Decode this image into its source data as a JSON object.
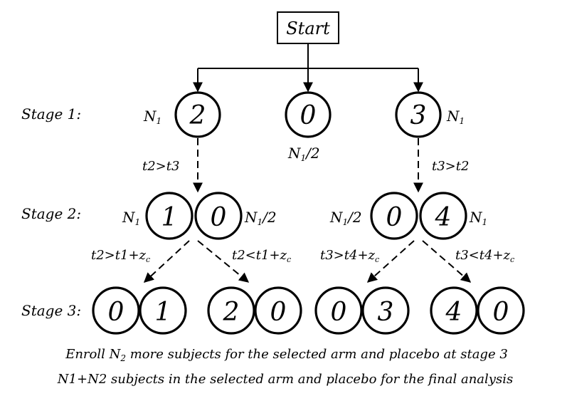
{
  "start": "Start",
  "stages": {
    "s1": "Stage 1:",
    "s2": "Stage 2:",
    "s3": "Stage 3:"
  },
  "stage1": {
    "left": "2",
    "mid": "0",
    "right": "3",
    "n_left": "N",
    "n_left_sub": "1",
    "n_mid": "N",
    "n_mid_sub": "1",
    "n_mid_suffix": "/2",
    "n_right": "N",
    "n_right_sub": "1"
  },
  "edges": {
    "left": "t2>t3",
    "right": "t3>t2",
    "s2_ll_pre": "t2>t1+z",
    "s2_ll_sub": "c",
    "s2_lr_pre": "t2<t1+z",
    "s2_lr_sub": "c",
    "s2_rl_pre": "t3>t4+z",
    "s2_rl_sub": "c",
    "s2_rr_pre": "t3<t4+z",
    "s2_rr_sub": "c"
  },
  "stage2": {
    "left_a": "1",
    "left_b": "0",
    "right_a": "0",
    "right_b": "4",
    "n_la": "N",
    "n_la_sub": "1",
    "n_lb": "N",
    "n_lb_sub": "1",
    "n_lb_suffix": "/2",
    "n_ra": "N",
    "n_ra_sub": "1",
    "n_ra_suffix": "/2",
    "n_rb": "N",
    "n_rb_sub": "1"
  },
  "stage3": {
    "p1a": "0",
    "p1b": "1",
    "p2a": "2",
    "p2b": "0",
    "p3a": "0",
    "p3b": "3",
    "p4a": "4",
    "p4b": "0"
  },
  "footer": {
    "line1_pre": "Enroll N",
    "line1_sub": "2",
    "line1_post": " more subjects for the selected arm and placebo at stage 3",
    "line2": "N1+N2 subjects in the selected arm and placebo for the final analysis"
  }
}
